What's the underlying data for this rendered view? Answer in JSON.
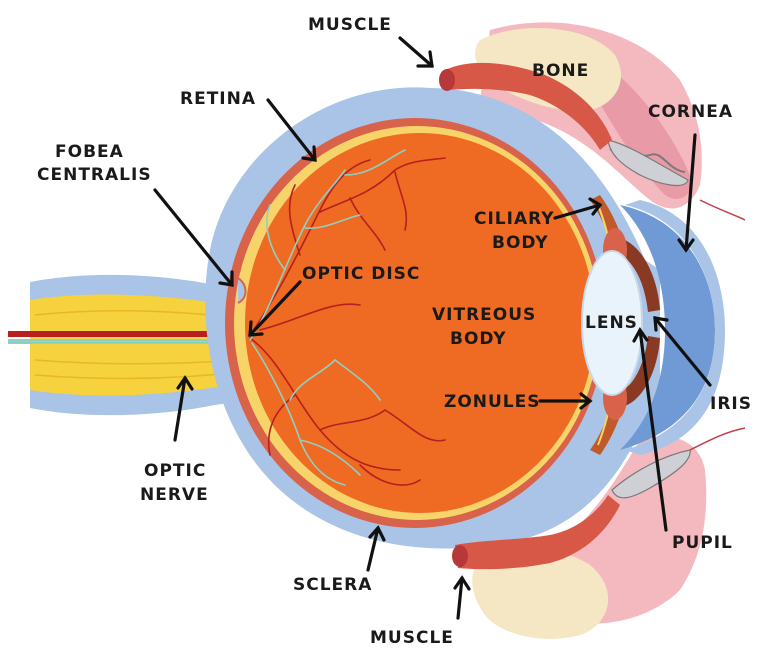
{
  "labels": {
    "muscle_top": "MUSCLE",
    "bone": "BONE",
    "retina": "RETINA",
    "cornea": "CORNEA",
    "fobea_line1": "FOBEA",
    "fobea_line2": "CENTRALIS",
    "ciliary_line1": "CILIARY",
    "ciliary_line2": "BODY",
    "optic_disc": "OPTIC DISC",
    "vitreous_line1": "VITREOUS",
    "vitreous_line2": "BODY",
    "lens": "LENS",
    "zonules": "ZONULES",
    "iris": "IRIS",
    "optic_nerve_line1": "OPTIC",
    "optic_nerve_line2": "NERVE",
    "pupil": "PUPIL",
    "sclera": "SCLERA",
    "muscle_bottom": "MUSCLE"
  },
  "colors": {
    "sclera": "#a9c4e6",
    "choroid": "#d9624a",
    "retina": "#f6d46a",
    "vitreous": "#ef6a22",
    "vessel_red": "#b81f1f",
    "vessel_teal": "#8fd0c4",
    "nerve": "#f6d23f",
    "lens": "#e9f3fb",
    "cornea": "#6f9ad6",
    "iris": "#8a3a22",
    "muscle": "#d85848",
    "bone": "#f5e7c3",
    "eyelid": "#f4b8bf",
    "eyelid_dark": "#e07a88"
  }
}
